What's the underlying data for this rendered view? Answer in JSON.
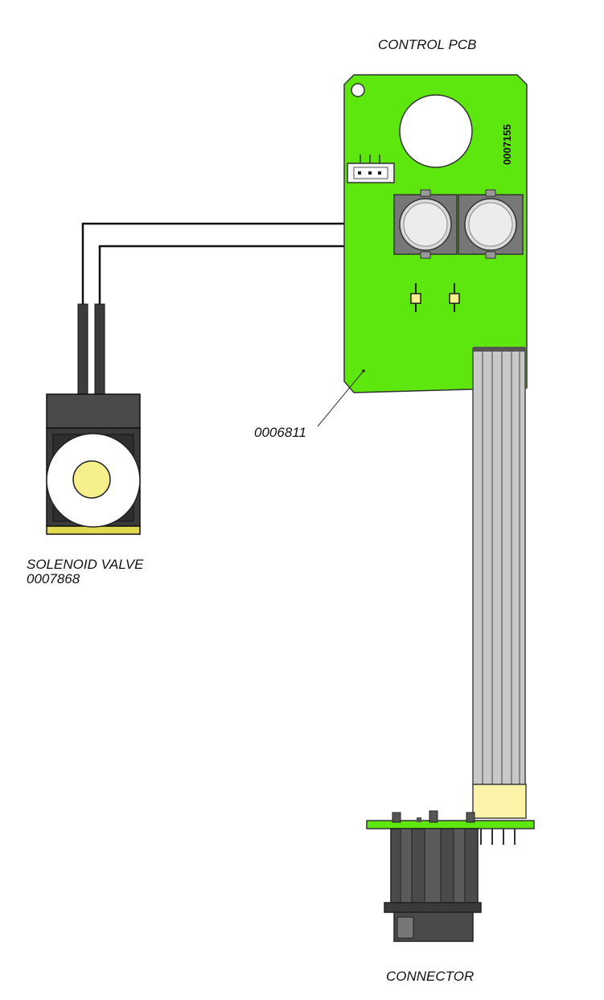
{
  "labels": {
    "control_pcb": "CONTROL PCB",
    "pcb_part": "0006811",
    "pcb_code": "0007155",
    "solenoid_name": "SOLENOID VALVE",
    "solenoid_part": "0007868",
    "connector": "CONNECTOR"
  },
  "colors": {
    "pcb_green": "#5ee60f",
    "coil_yellow": "#f5ef8c",
    "body_dark": "#4a4a4a",
    "ribbon_grey": "#c8c8c8",
    "ribbon_sleeve": "#faf3a8"
  }
}
